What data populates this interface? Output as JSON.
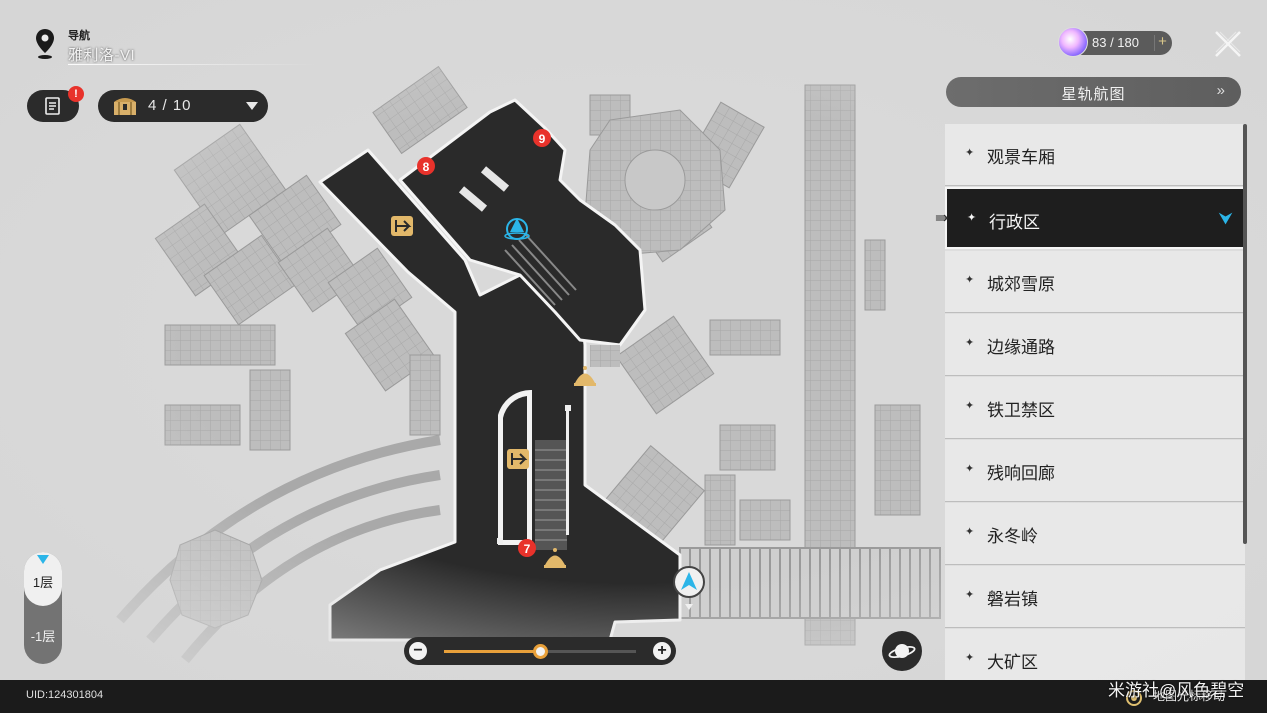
{
  "header": {
    "nav_label": "导航",
    "location": "雅利洛-VI"
  },
  "log": {
    "badge": "!"
  },
  "treasure": {
    "count": "4 / 10"
  },
  "stamina": {
    "value": "83 / 180",
    "plus": "+"
  },
  "star_rail_map": {
    "label": "星轨航图",
    "arrow": "»"
  },
  "regions": [
    {
      "label": "观景车厢",
      "active": false
    },
    {
      "label": "行政区",
      "active": true
    },
    {
      "label": "城郊雪原",
      "active": false
    },
    {
      "label": "边缘通路",
      "active": false
    },
    {
      "label": "铁卫禁区",
      "active": false
    },
    {
      "label": "残响回廊",
      "active": false
    },
    {
      "label": "永冬岭",
      "active": false
    },
    {
      "label": "磐岩镇",
      "active": false
    },
    {
      "label": "大矿区",
      "active": false
    }
  ],
  "floors": {
    "upper": "1层",
    "lower": "-1层",
    "selected": "1层"
  },
  "zoom": {
    "minus": "−",
    "plus": "+",
    "level": 0.5
  },
  "map_markers": [
    {
      "id": "marker-7",
      "label": "7"
    },
    {
      "id": "marker-8",
      "label": "8"
    },
    {
      "id": "marker-9",
      "label": "9"
    }
  ],
  "bottom": {
    "uid": "UID:124301804",
    "hint": "地图光标移动",
    "watermark": "米游社@风色碧空"
  },
  "colors": {
    "accent_blue": "#2bb5e8",
    "accent_orange": "#e8a03a",
    "marker_red": "#e8322b",
    "panel_dark": "#2b2b2b",
    "map_dark": "#2a2a2a"
  }
}
